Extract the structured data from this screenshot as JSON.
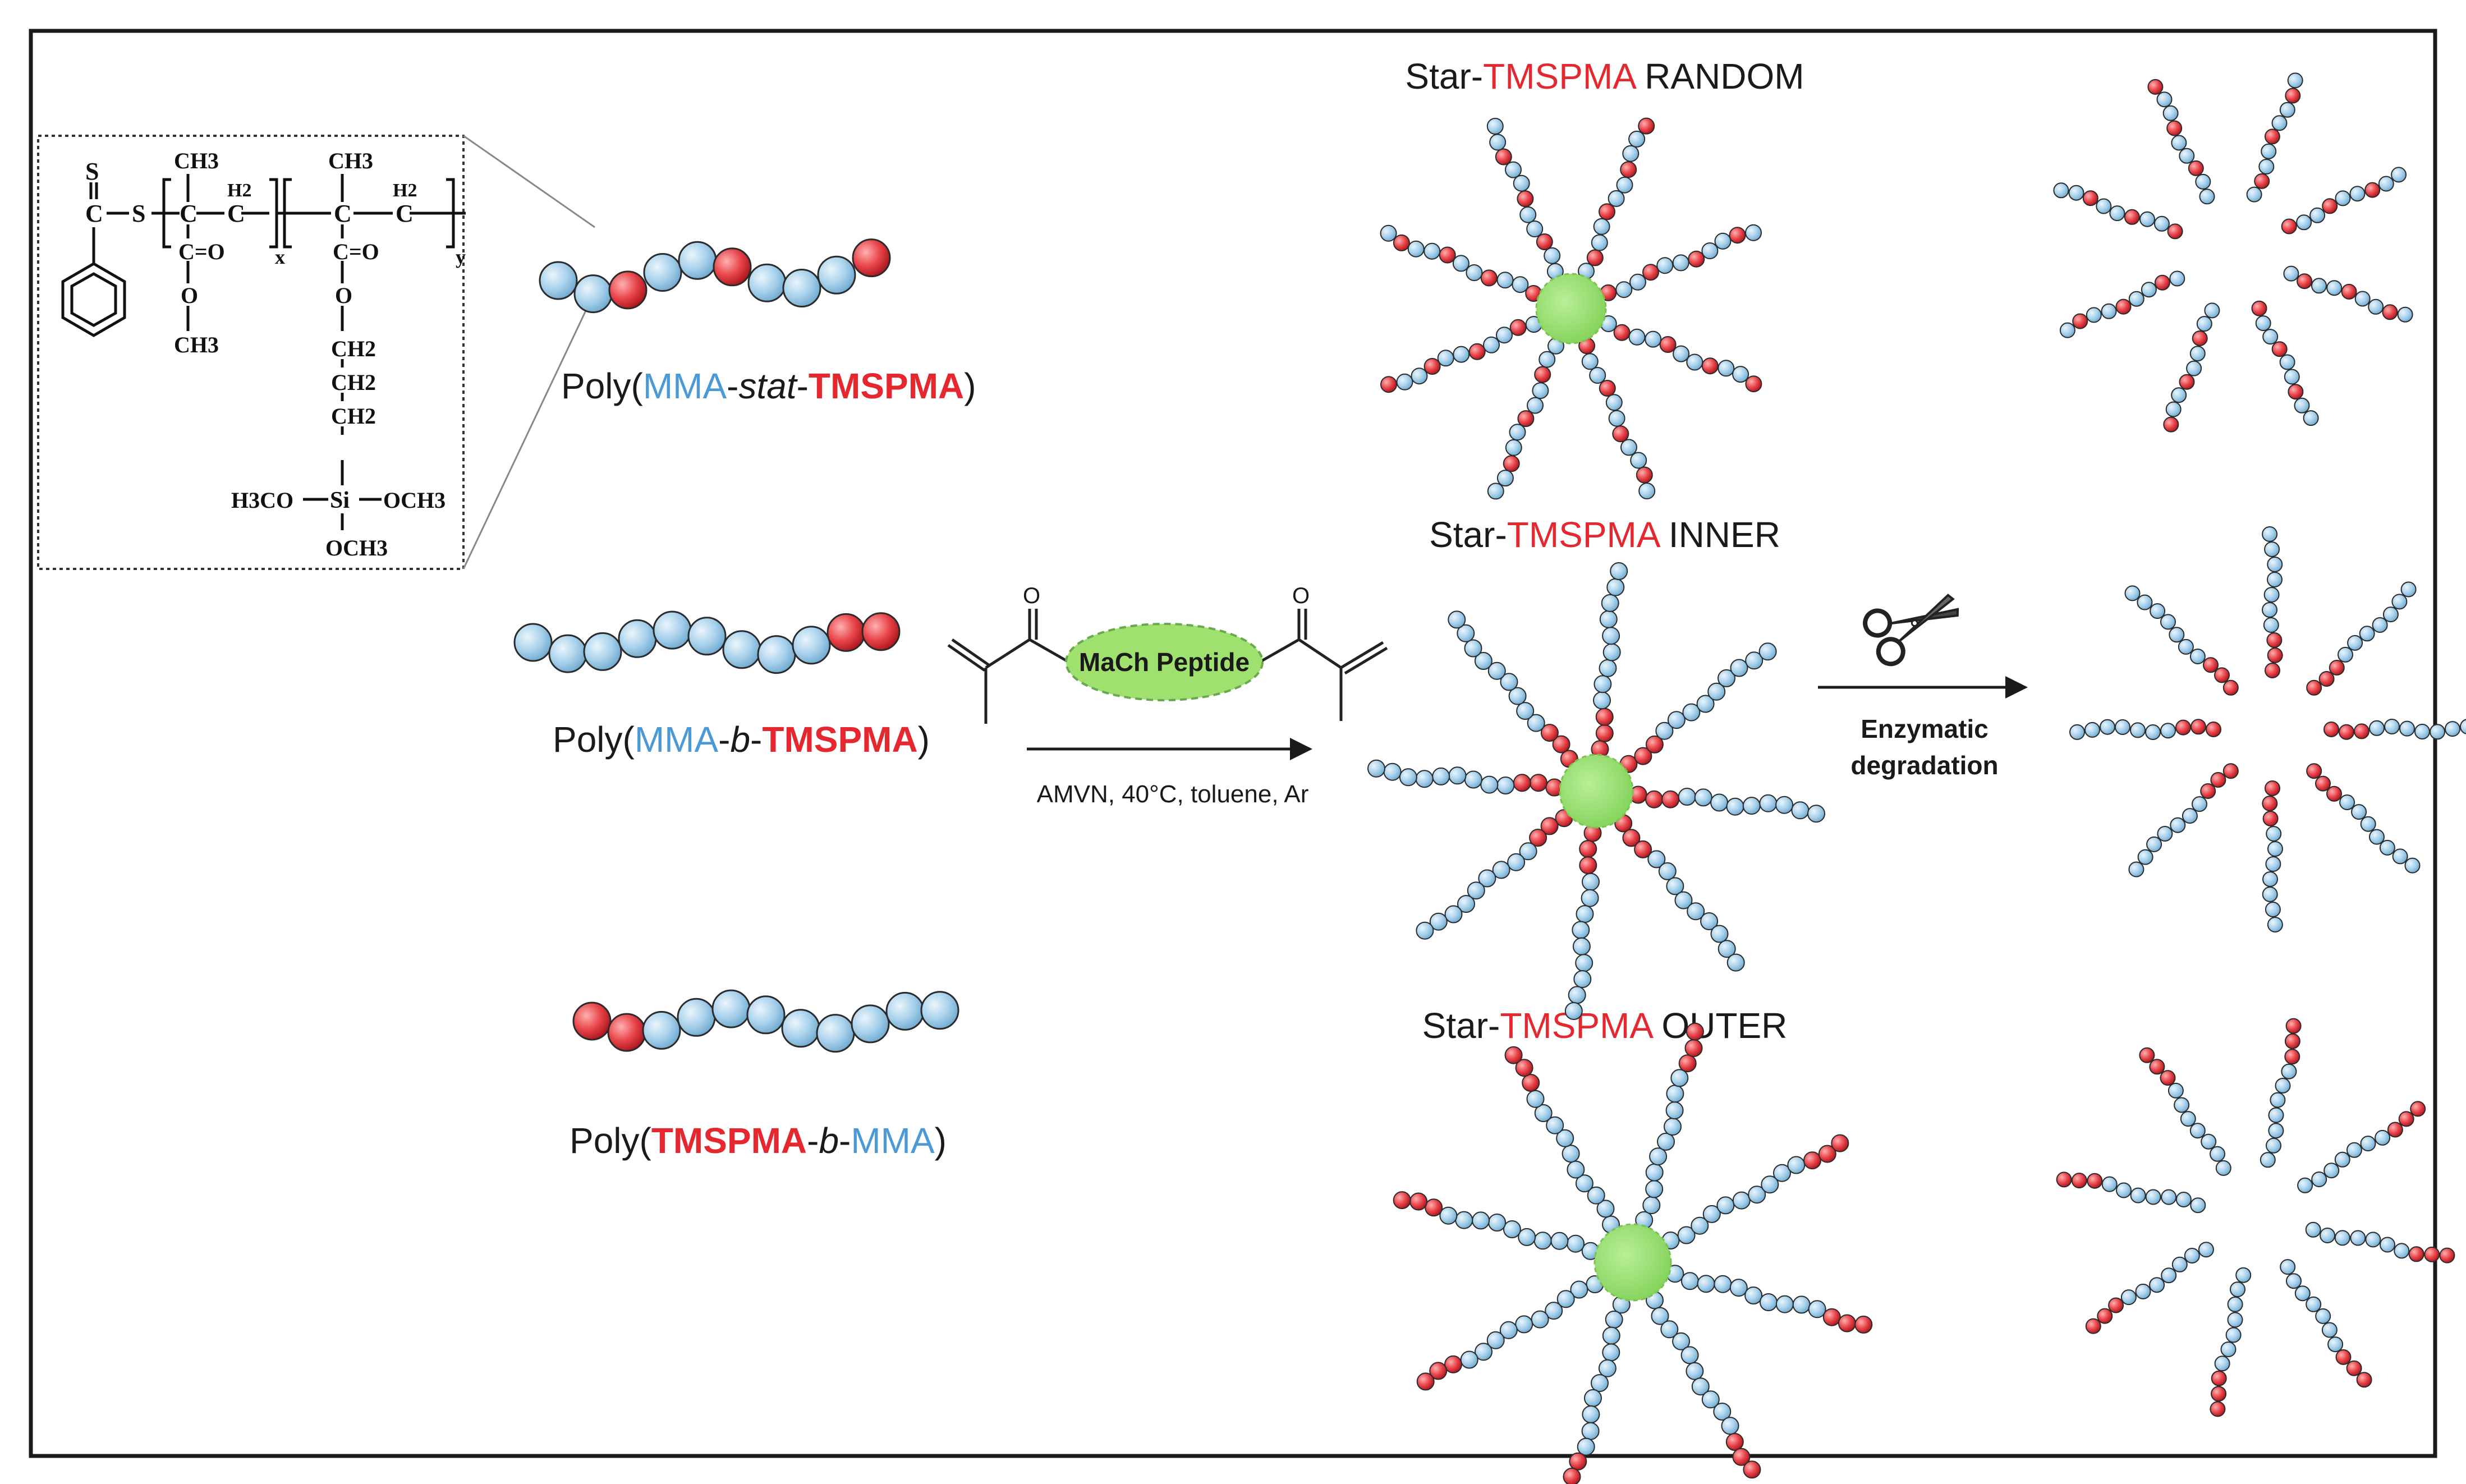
{
  "colors": {
    "mma": "#a9d2ec",
    "tmspma": "#e8444a",
    "text_mma": "#4b9ad6",
    "text_tmspma": "#e5282f",
    "core": "#8fdc65",
    "peptide": "#9fe06e"
  },
  "structure": {
    "s_top": "S",
    "c_thio": "C",
    "s_link": "S",
    "ch3_a": "CH3",
    "h2_a": "H2",
    "c_a1": "C",
    "c_a2": "C",
    "co_a": "C=O",
    "o_a": "O",
    "ch3_ester_a": "CH3",
    "sub_x": "x",
    "ch3_b": "CH3",
    "h2_b": "H2",
    "c_b1": "C",
    "c_b2": "C",
    "co_b": "C=O",
    "o_b": "O",
    "ch2_1": "CH2",
    "ch2_2": "CH2",
    "ch2_3": "CH2",
    "si_left": "H3CO",
    "si": "Si",
    "si_right": "OCH3",
    "si_bottom": "OCH3",
    "sub_y": "y"
  },
  "left_polymers": [
    {
      "prefix": "Poly(",
      "part1": "MMA",
      "sep1": "-",
      "mid": "stat",
      "sep2": "-",
      "part2": "TMSPMA",
      "suffix": ")",
      "beads": [
        "m",
        "m",
        "t",
        "m",
        "m",
        "t",
        "m",
        "m",
        "m",
        "t"
      ]
    },
    {
      "prefix": "Poly(",
      "part1": "MMA",
      "sep1": "-",
      "mid": "b",
      "sep2": "-",
      "part2": "TMSPMA",
      "suffix": ")",
      "beads": [
        "m",
        "m",
        "m",
        "m",
        "m",
        "m",
        "m",
        "m",
        "m",
        "t",
        "t"
      ]
    },
    {
      "prefix": "Poly(",
      "part1": "TMSPMA",
      "sep1": "-",
      "mid": "b",
      "sep2": "-",
      "part2": "MMA",
      "suffix": ")",
      "beads": [
        "t",
        "t",
        "m",
        "m",
        "m",
        "m",
        "m",
        "m",
        "m",
        "m",
        "m"
      ]
    }
  ],
  "reaction": {
    "peptide_label": "MaCh Peptide",
    "o_left": "O",
    "o_right": "O",
    "conditions": "AMVN, 40°C, toluene, Ar"
  },
  "stars": [
    {
      "prefix": "Star-",
      "highlight": "TMSPMA",
      "suffix": " RANDOM",
      "arm_pattern": "random"
    },
    {
      "prefix": "Star-",
      "highlight": "TMSPMA",
      "suffix": " INNER",
      "arm_pattern": "inner"
    },
    {
      "prefix": "Star-",
      "highlight": "TMSPMA",
      "suffix": " OUTER",
      "arm_pattern": "outer"
    }
  ],
  "degradation": {
    "line1": "Enzymatic",
    "line2": "degradation",
    "icon": "scissors-icon"
  }
}
